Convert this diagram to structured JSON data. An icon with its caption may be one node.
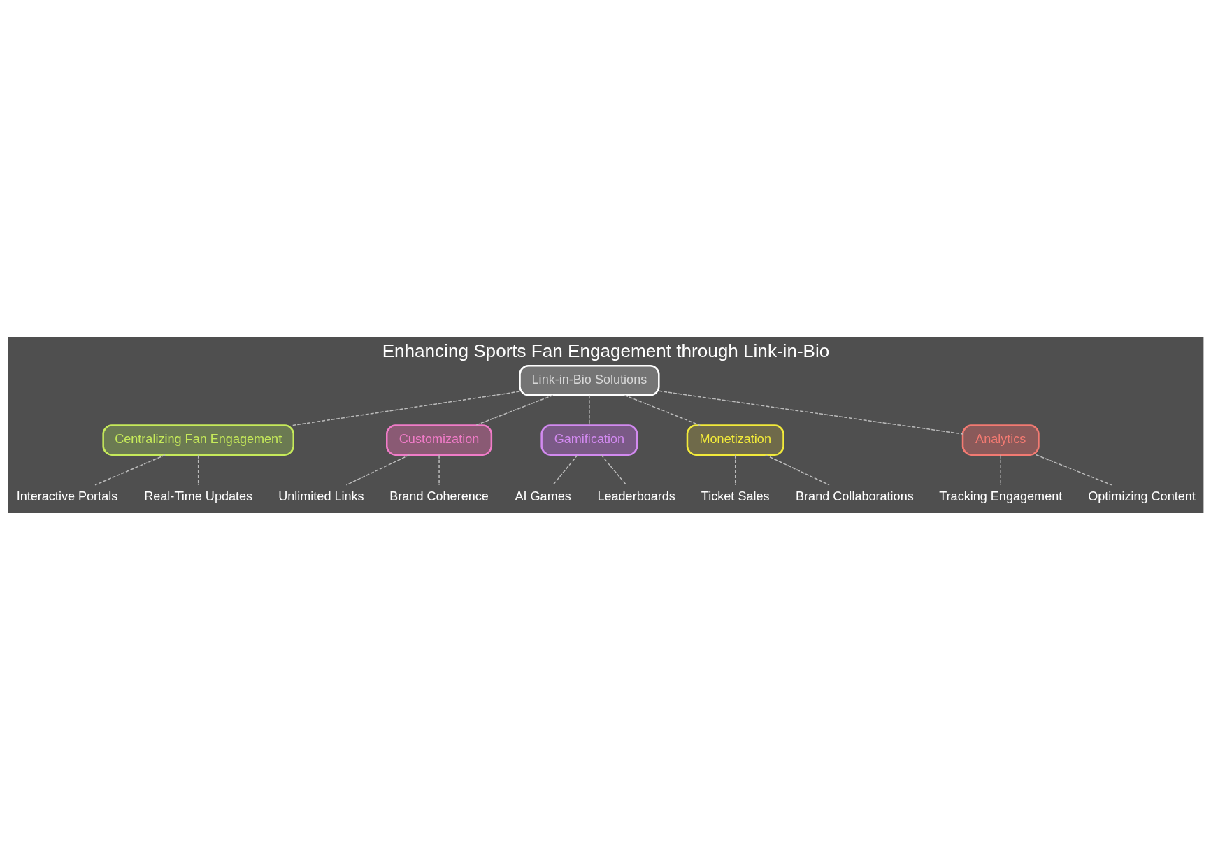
{
  "diagram": {
    "title": "Enhancing Sports Fan Engagement through Link-in-Bio",
    "nodes": [
      {
        "text": [
          "Link-in-Bio Solutions"
        ]
      },
      {
        "text": [
          "Centralizing Fan Engagement"
        ]
      },
      {
        "text": [
          "Interactive Portals"
        ]
      },
      {
        "text": [
          "Real-Time Updates"
        ]
      },
      {
        "text": [
          "Customization"
        ]
      },
      {
        "text": [
          "Unlimited Links"
        ]
      },
      {
        "text": [
          "Brand Coherence"
        ]
      },
      {
        "text": [
          "Gamification"
        ]
      },
      {
        "text": [
          "AI Games"
        ]
      },
      {
        "text": [
          "Leaderboards"
        ]
      },
      {
        "text": [
          "Monetization"
        ]
      },
      {
        "text": [
          "Ticket Sales"
        ]
      },
      {
        "text": [
          "Brand Collaborations"
        ]
      },
      {
        "text": [
          "Analytics"
        ]
      },
      {
        "text": [
          "Tracking Engagement"
        ]
      },
      {
        "text": [
          "Optimizing Content"
        ]
      }
    ],
    "edges": [
      {
        "from": 0,
        "to": 1,
        "arrow": "none",
        "style": "dashed"
      },
      {
        "from": 0,
        "to": 4,
        "arrow": "none",
        "style": "dashed"
      },
      {
        "from": 0,
        "to": 7,
        "arrow": "none",
        "style": "dashed"
      },
      {
        "from": 0,
        "to": 10,
        "arrow": "none",
        "style": "dashed"
      },
      {
        "from": 0,
        "to": 13,
        "arrow": "none",
        "style": "dashed"
      },
      {
        "from": 1,
        "to": 2,
        "arrow": "none",
        "style": "dashed"
      },
      {
        "from": 1,
        "to": 3,
        "arrow": "none",
        "style": "dashed"
      },
      {
        "from": 4,
        "to": 5,
        "arrow": "none",
        "style": "dashed"
      },
      {
        "from": 4,
        "to": 6,
        "arrow": "none",
        "style": "dashed"
      },
      {
        "from": 7,
        "to": 8,
        "arrow": "none",
        "style": "dashed"
      },
      {
        "from": 7,
        "to": 9,
        "arrow": "none",
        "style": "dashed"
      },
      {
        "from": 10,
        "to": 11,
        "arrow": "none",
        "style": "dashed"
      },
      {
        "from": 10,
        "to": 12,
        "arrow": "none",
        "style": "dashed"
      },
      {
        "from": 13,
        "to": 14,
        "arrow": "none",
        "style": "dashed"
      },
      {
        "from": 13,
        "to": 15,
        "arrow": "none",
        "style": "dashed"
      }
    ]
  }
}
